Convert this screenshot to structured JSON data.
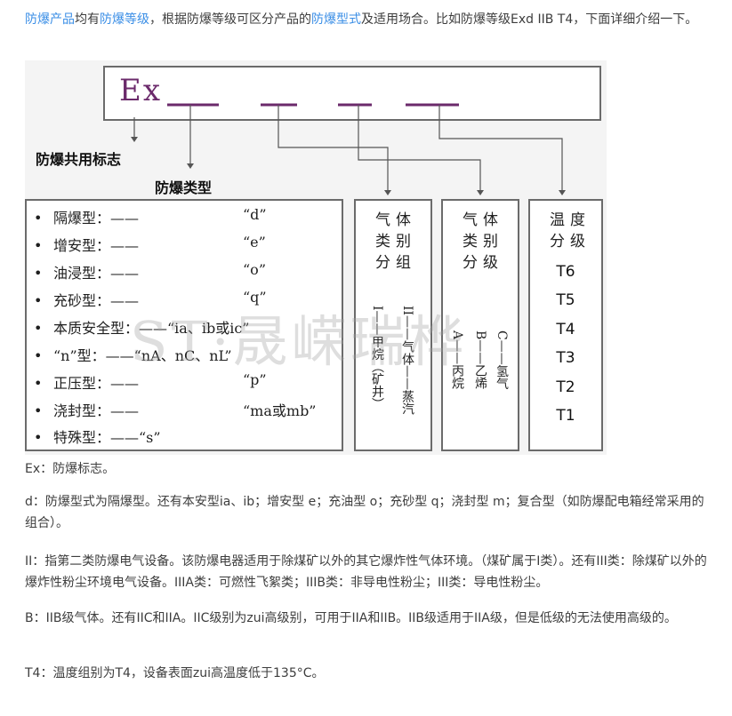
{
  "intro": {
    "link1": "防爆产品",
    "t1": "均有",
    "link2": "防爆等级",
    "t2": "，根据防爆等级可区分产品的",
    "link3": "防爆型式",
    "t3": "及适用场合。比如防爆等级Exd IIB T4，下面详细介绍一下。"
  },
  "figure": {
    "ex_label": "Ex",
    "common_mark_label": "防爆共用标志",
    "type_label": "防爆类型",
    "types": [
      {
        "name": "隔爆型：——",
        "code": "“d”"
      },
      {
        "name": "增安型：——",
        "code": "“e”"
      },
      {
        "name": "油浸型：——",
        "code": "“o”"
      },
      {
        "name": "充砂型：——",
        "code": "“q”"
      },
      {
        "name": "本质安全型：——“ia、ib或ic”",
        "code": ""
      },
      {
        "name": "“n”型：——“nA、nC、nL”",
        "code": ""
      },
      {
        "name": "正压型：——",
        "code": "“p”"
      },
      {
        "name": "浇封型：——",
        "code": "“ma或mb”"
      },
      {
        "name": "特殊型：——“s”",
        "code": ""
      }
    ],
    "bullet": "•",
    "gas_group": {
      "title": "气体类别分组",
      "col1": "I——甲烷（矿井）",
      "col2": "II——气体——蒸汽"
    },
    "gas_class": {
      "title": "气体类别分级",
      "col1": "A——丙烷",
      "col2": "B——乙烯",
      "col3": "C——氢气"
    },
    "temp_class": {
      "title": "温度分级",
      "items": [
        "T6",
        "T5",
        "T4",
        "T3",
        "T2",
        "T1"
      ]
    },
    "watermark": "ST·晟嵘瑞桦",
    "colors": {
      "underline": "#6b2a6b",
      "line": "#555555",
      "link": "#3a8ee6"
    }
  },
  "paragraphs": {
    "ex": "Ex：防爆标志。",
    "d": "d：防爆型式为隔爆型。还有本安型ia、ib；增安型 e；充油型 o；充砂型 q；浇封型 m；复合型（如防爆配电箱经常采用的组合）。",
    "ii": "II：指第二类防爆电气设备。该防爆电器适用于除煤矿以外的其它爆炸性气体环境。（煤矿属于I类）。还有III类：除煤矿以外的爆炸性粉尘环境电气设备。IIIA类：可燃性飞絮类；IIIB类：非导电性粉尘；III类：导电性粉尘。",
    "b": "B：IIB级气体。还有IIC和IIA。IIC级别为zui高级别，可用于IIA和IIB。IIB级适用于IIA级，但是低级的无法使用高级的。",
    "t4": "T4：温度组别为T4，设备表面zui高温度低于135°C。"
  }
}
